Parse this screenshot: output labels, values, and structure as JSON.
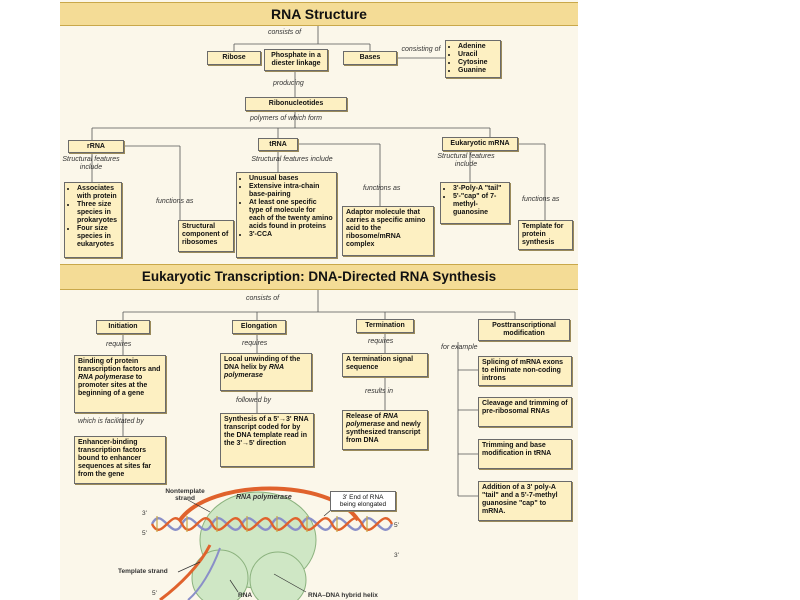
{
  "rna": {
    "title": "RNA Structure",
    "consists_of": "consists of",
    "ribose": "Ribose",
    "phosphate": "Phosphate in a diester linkage",
    "bases": "Bases",
    "consisting_of": "consisting of",
    "base_list": [
      "Adenine",
      "Uracil",
      "Cytosine",
      "Guanine"
    ],
    "producing": "producing",
    "ribonucleotides": "Ribonucleotides",
    "polymers": "polymers of which form",
    "rrna": "rRNA",
    "trna": "tRNA",
    "mrna": "Eukaryotic mRNA",
    "struct_features": "Structural features include",
    "functions_as": "functions as",
    "rrna_features": [
      "Associates with protein",
      "Three size species in prokaryotes",
      "Four size species in eukaryotes"
    ],
    "rrna_function": "Structural component of ribosomes",
    "trna_features": [
      "Unusual bases",
      "Extensive intra-chain base-pairing",
      "At least one specific type of molecule for each of the twenty amino acids found in proteins",
      "3'-CCA"
    ],
    "trna_function": "Adaptor molecule that carries a specific amino acid to the ribosome/mRNA complex",
    "mrna_features": [
      "3'-Poly-A \"tail\"",
      "5'-\"cap\" of 7-methyl-guanosine"
    ],
    "mrna_function": "Template for protein synthesis"
  },
  "tx": {
    "title": "Eukaryotic Transcription: DNA-Directed RNA Synthesis",
    "consists_of": "consists of",
    "initiation": "Initiation",
    "elongation": "Elongation",
    "termination": "Termination",
    "posttx": "Posttranscriptional modification",
    "requires": "requires",
    "init_req_1": "Binding of protein transcription factors and ",
    "init_req_em": "RNA polymerase",
    "init_req_2": " to promoter sites at the beginning of a gene",
    "facilitated": "which is facilitated by",
    "init_fac": "Enhancer-binding transcription factors bound to enhancer sequences at sites far from the gene",
    "elong_req_1": "Local unwinding of the DNA helix by ",
    "elong_req_em": "RNA polymerase",
    "followed": "followed by",
    "elong_next": "Synthesis of a 5'→3' RNA transcript coded for by the DNA template read in the 3'→5' direction",
    "term_req": "A termination signal sequence",
    "results": "results in",
    "term_res_1": "Release of ",
    "term_res_em": "RNA polymerase",
    "term_res_2": " and newly synthesized transcript from DNA",
    "for_example": "for example",
    "mods": [
      "Splicing of mRNA exons to eliminate non-coding introns",
      "Cleavage and trimming of pre-ribosomal RNAs",
      "Trimming and base modification in tRNA",
      "Addition of a 3' poly-A \"tail\" and a 5'-7-methyl guanosine \"cap\" to mRNA."
    ]
  },
  "figure": {
    "nontemplate": "Nontemplate strand",
    "polymerase": "RNA polymerase",
    "three_end": "3' End of RNA being elongated",
    "template": "Template strand",
    "rna": "RNA",
    "hybrid": "RNA–DNA hybrid helix",
    "p3a": "3'",
    "p5a": "5'",
    "p5b": "5'",
    "p3b": "3'",
    "p5c": "5'"
  },
  "colors": {
    "header": "#f4dc96",
    "box": "#fdf0c2",
    "rna_strand": "#e0622c",
    "dna_strand": "#8a8fc8",
    "polymerase": "#cfe7c5"
  }
}
